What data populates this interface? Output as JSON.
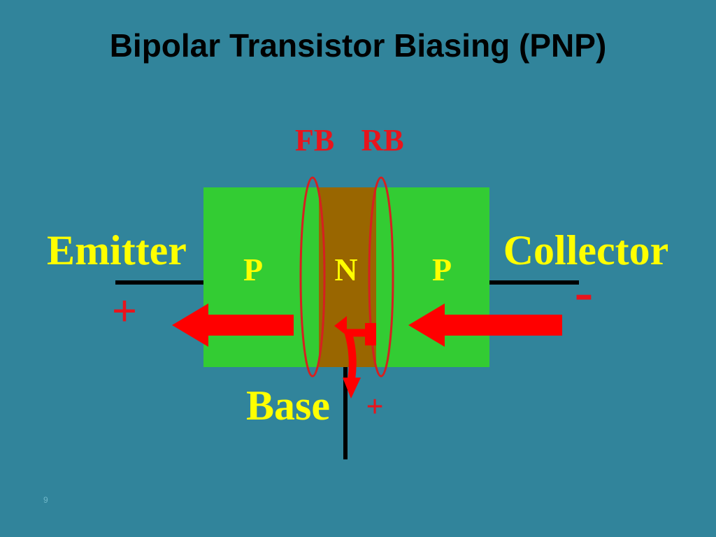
{
  "slide": {
    "title": "Bipolar Transistor Biasing (PNP)",
    "page_number": "9"
  },
  "diagram": {
    "junction_labels": {
      "forward_bias": "FB",
      "reverse_bias": "RB"
    },
    "regions": {
      "emitter_region": "P",
      "base_region": "N",
      "collector_region": "P"
    },
    "terminals": {
      "emitter": "Emitter",
      "collector": "Collector",
      "base": "Base"
    },
    "polarity": {
      "emitter": "+",
      "collector": "-",
      "base": "+"
    },
    "colors": {
      "background": "#31849b",
      "p_region": "#33cc33",
      "n_region": "#996600",
      "label_yellow": "#ffff00",
      "label_red": "#e8141c",
      "junction_outline": "#d62020",
      "arrow": "#ff0000",
      "wire": "#000000"
    }
  }
}
